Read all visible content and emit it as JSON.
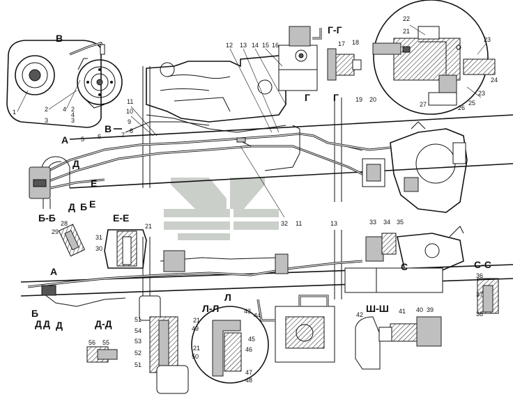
{
  "diagram": {
    "section_labels": {
      "B": "В",
      "A_top": "А",
      "B_arrow": "В",
      "BB": "Б-Б",
      "EE": "Е-Е",
      "GG": "Г-Г",
      "G1": "Г",
      "G2": "Г",
      "CC": "С-С",
      "C": "С",
      "A_bottom": "А",
      "DD": "Д-Д",
      "LL": "Л-Л",
      "L": "Л",
      "SHSH": "Ш-Ш",
      "D1": "Д",
      "D2": "Д",
      "E1": "Е",
      "E2": "Е",
      "B_small": "Б",
      "D_b1": "Д",
      "D_b2": "Д",
      "D_b3": "Д",
      "B_small2": "Б"
    },
    "callouts": {
      "n1": "1",
      "n2": "2",
      "n3": "3",
      "n4": "4",
      "n5": "5",
      "n6": "6",
      "n7": "7",
      "n8": "8",
      "n9": "9",
      "n10": "10",
      "n11a": "11",
      "n11b": "11",
      "n12": "12",
      "n13a": "13",
      "n13b": "13",
      "n14": "14",
      "n15": "15",
      "n16": "16",
      "n17": "17",
      "n18": "18",
      "n19": "19",
      "n20": "20",
      "n21a": "21",
      "n21b": "21",
      "n21c": "21",
      "n21d": "21",
      "n22": "22",
      "n23a": "23",
      "n23b": "23",
      "n24": "24",
      "n25": "25",
      "n26": "26",
      "n27": "27",
      "n28": "28",
      "n29": "29",
      "n30": "30",
      "n31": "31",
      "n32": "32",
      "n33": "33",
      "n34": "34",
      "n35": "35",
      "n36": "36",
      "n37": "37",
      "n38": "38",
      "n39": "39",
      "n40": "40",
      "n41": "41",
      "n42": "42",
      "n43": "43",
      "n44": "44",
      "n45": "45",
      "n46": "46",
      "n47": "47",
      "n48": "48",
      "n49": "49",
      "n50": "50",
      "n51a": "51",
      "n51b": "51",
      "n52": "52",
      "n53": "53",
      "n54": "54",
      "n55": "55",
      "n56": "56",
      "n2b": "2",
      "n3b": "3",
      "n4b": "4"
    },
    "colors": {
      "ink": "#111111",
      "watermark": "#9fa8a0",
      "fill_gray": "#bfbfbf"
    }
  }
}
